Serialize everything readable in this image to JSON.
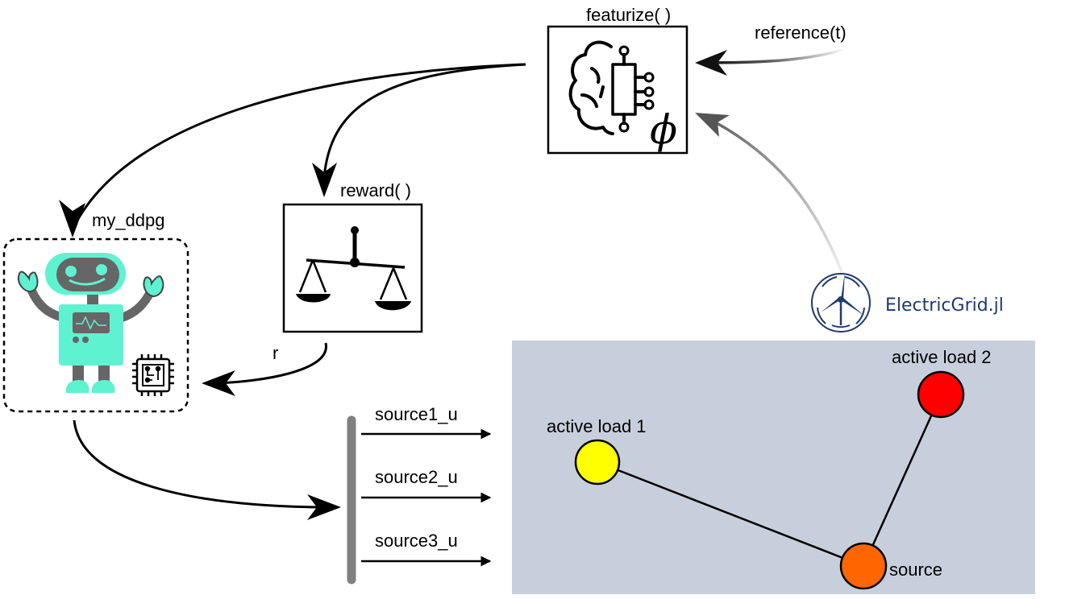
{
  "labels": {
    "featurize": "featurize( )",
    "reference": "reference(t)",
    "reward": "reward( )",
    "agent": "my_ddpg",
    "reward_signal": "r",
    "source1": "source1_u",
    "source2": "source2_u",
    "source3": "source3_u",
    "brand": "ElectricGrid.jl",
    "phi": "ϕ"
  },
  "grid": {
    "nodes": [
      {
        "label": "active load 1",
        "color": "#ffff00"
      },
      {
        "label": "active load 2",
        "color": "#ff0000"
      },
      {
        "label": "source",
        "color": "#ff6600"
      }
    ],
    "background": "#c8cfdc"
  },
  "colors": {
    "robot": "#5ff2d0",
    "robot_grey": "#666666",
    "brand": "#1e3a6e",
    "bar": "#808080"
  },
  "icons": [
    "brain-circuit-icon",
    "balance-scale-icon",
    "robot-icon",
    "chip-icon",
    "wind-turbine-logo-icon"
  ]
}
